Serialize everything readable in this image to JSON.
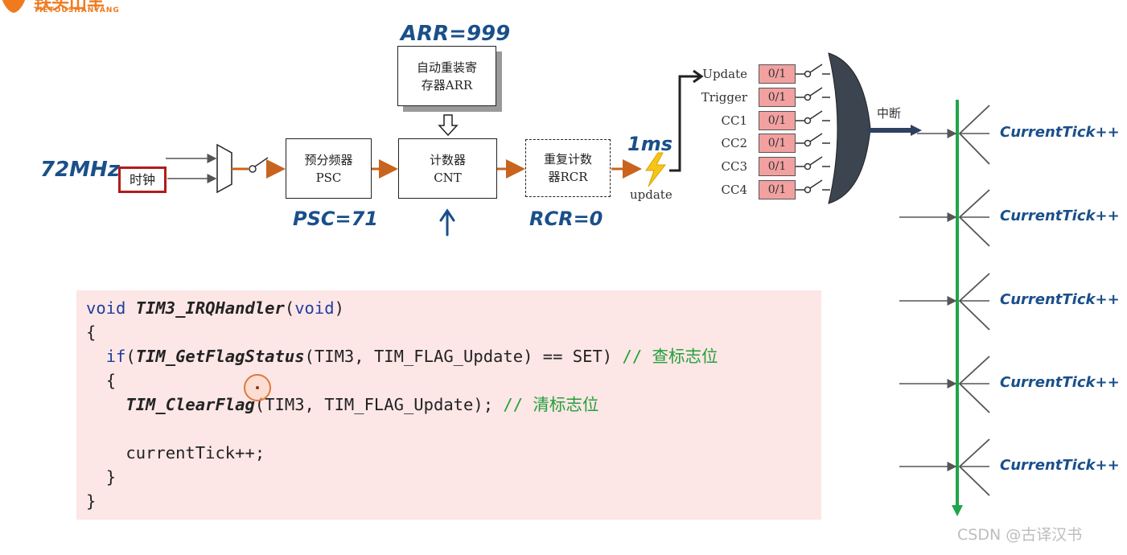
{
  "logo": {
    "name": "铁头山羊",
    "latin": "TIETOUSHANYANG",
    "color": "#f07b1f"
  },
  "watermark": "CSDN @古译汉书",
  "diagram": {
    "clock_freq": "72MHz",
    "clock_label": "时钟",
    "psc_box": "预分频器\nPSC",
    "psc_value": "PSC=71",
    "cnt_box": "计数器\nCNT",
    "arr_box": "自动重装寄\n存器ARR",
    "arr_value": "ARR=999",
    "rcr_box": "重复计数\n器RCR",
    "rcr_value": "RCR=0",
    "period": "1ms",
    "update_event": "update",
    "interrupt_label": "中断",
    "flags": [
      {
        "name": "Update",
        "value": "0/1"
      },
      {
        "name": "Trigger",
        "value": "0/1"
      },
      {
        "name": "CC1",
        "value": "0/1"
      },
      {
        "name": "CC2",
        "value": "0/1"
      },
      {
        "name": "CC3",
        "value": "0/1"
      },
      {
        "name": "CC4",
        "value": "0/1"
      }
    ],
    "tick_labels": [
      "CurrentTick++",
      "CurrentTick++",
      "CurrentTick++",
      "CurrentTick++",
      "CurrentTick++"
    ],
    "colors": {
      "accent_orange": "#c8641e",
      "ink_blue": "#1a4f8a",
      "timeline_green": "#1fa64a",
      "clock_red": "#b01c1c",
      "flag_pink": "#f2a0a0"
    }
  },
  "code": {
    "l1": {
      "kw1": "void",
      "fn": "TIM3_IRQHandler",
      "p1": "(",
      "kw2": "void",
      "p2": ")"
    },
    "l2": "{",
    "l3": {
      "kw": "if",
      "p1": "(",
      "fn": "TIM_GetFlagStatus",
      "rest": "(TIM3, TIM_FLAG_Update) == SET) ",
      "cm": "// 查标志位"
    },
    "l4": "{",
    "l5": {
      "fn": "TIM_ClearFlag",
      "rest": "(TIM3, TIM_FLAG_Update); ",
      "cm": "// 清标志位"
    },
    "l6": "currentTick++;",
    "l7": "}",
    "l8": "}"
  }
}
